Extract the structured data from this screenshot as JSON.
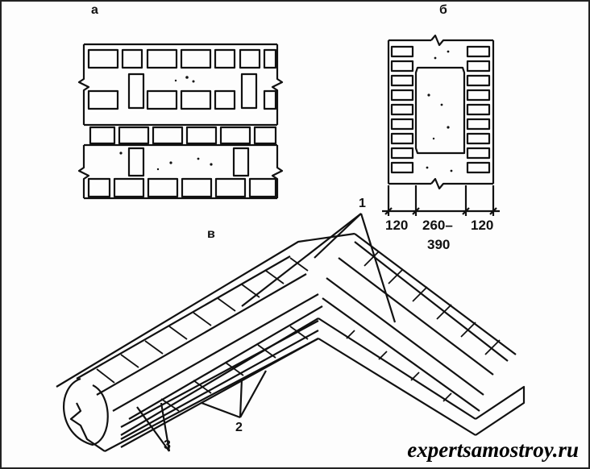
{
  "panels": {
    "a": "а",
    "b": "б",
    "v": "в"
  },
  "dimensions": {
    "left": "120",
    "middle_line1": "260–",
    "middle_line2": "390",
    "right": "120"
  },
  "callouts": {
    "one": "1",
    "two": "2",
    "three": "3"
  },
  "watermark": "expertsamostroy.ru"
}
